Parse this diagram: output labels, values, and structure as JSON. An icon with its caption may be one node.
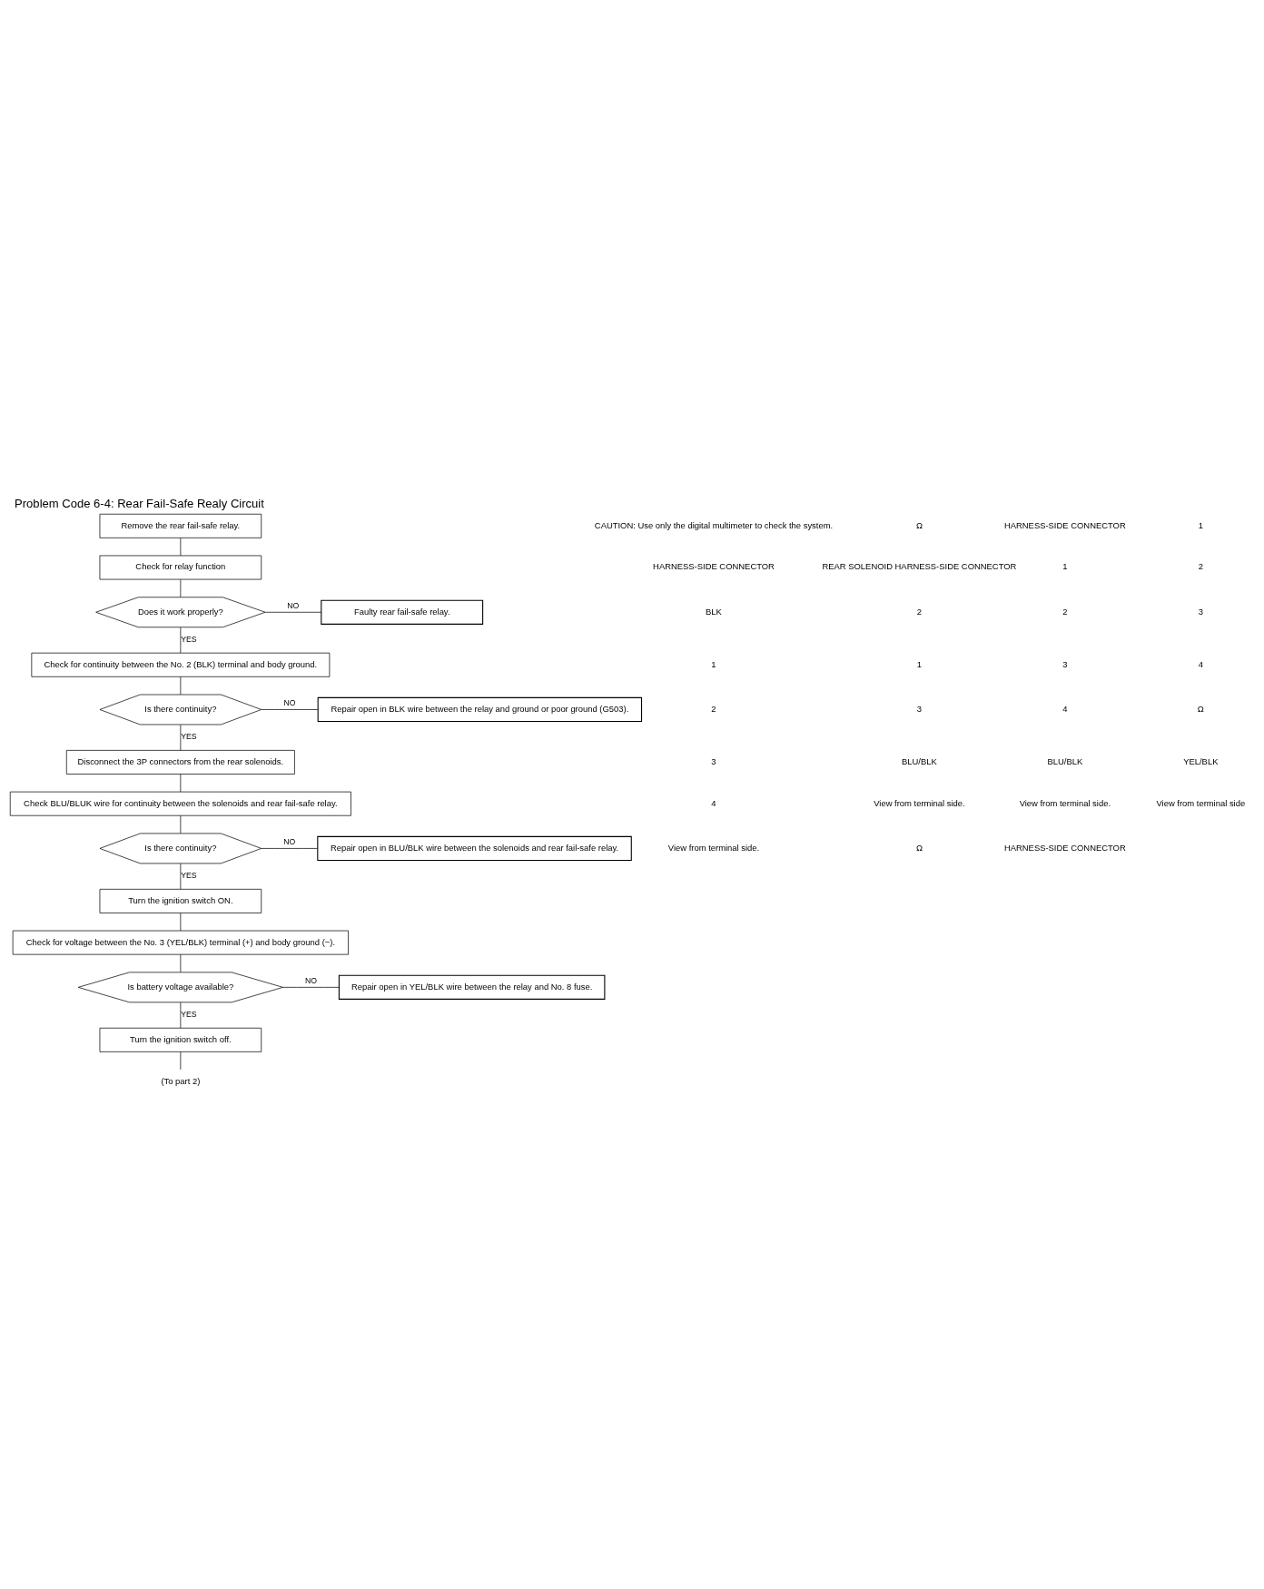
{
  "diagram": {
    "title": "Problem Code 6-4: Rear Fail-Safe Realy Circuit",
    "nodes": [
      {
        "text": [
          "Remove the rear fail-safe relay."
        ]
      },
      {
        "text": [
          "Check for relay function"
        ]
      },
      {
        "text": [
          "Does it work properly?"
        ]
      },
      {
        "text": [
          "Faulty rear fail-safe relay."
        ]
      },
      {
        "text": [
          "Check for continuity between the No. 2 (BLK) terminal and body ground."
        ]
      },
      {
        "text": [
          "Is there continuity?"
        ]
      },
      {
        "text": [
          "Repair open in BLK wire between the relay and ground or poor ground (G503)."
        ]
      },
      {
        "text": [
          "Disconnect the 3P connectors from the rear solenoids."
        ]
      },
      {
        "text": [
          "Check BLU/BLUK wire for continuity between the solenoids and rear fail-safe relay."
        ]
      },
      {
        "text": [
          "Is there continuity?"
        ]
      },
      {
        "text": [
          "Repair open in BLU/BLK wire between the solenoids and rear fail-safe relay."
        ]
      },
      {
        "text": [
          "Turn the ignition switch ON."
        ]
      },
      {
        "text": [
          "Check for voltage between the No. 3 (YEL/BLK) terminal (+) and body ground (−)."
        ]
      },
      {
        "text": [
          "Is battery voltage available?"
        ]
      },
      {
        "text": [
          "Repair open in YEL/BLK wire between the relay and No. 8 fuse."
        ]
      },
      {
        "text": [
          "Turn the ignition switch off."
        ]
      },
      {
        "text": [
          "(To part 2)"
        ]
      }
    ],
    "edges": [
      {
        "from": 0,
        "to": 1,
        "arrow": "none"
      },
      {
        "from": 1,
        "to": 2,
        "arrow": "none"
      },
      {
        "from": 2,
        "to": 3,
        "arrow": "none",
        "label": "NO"
      },
      {
        "from": 2,
        "to": 4,
        "arrow": "none",
        "label": "YES"
      },
      {
        "from": 4,
        "to": 5,
        "arrow": "none"
      },
      {
        "from": 5,
        "to": 6,
        "arrow": "none",
        "label": "NO"
      },
      {
        "from": 5,
        "to": 7,
        "arrow": "none",
        "label": "YES"
      },
      {
        "from": 7,
        "to": 8,
        "arrow": "none"
      },
      {
        "from": 8,
        "to": 9,
        "arrow": "none"
      },
      {
        "from": 9,
        "to": 10,
        "arrow": "none",
        "label": "NO"
      },
      {
        "from": 9,
        "to": 11,
        "arrow": "none",
        "label": "YES"
      },
      {
        "from": 11,
        "to": 12,
        "arrow": "none"
      },
      {
        "from": 12,
        "to": 13,
        "arrow": "none"
      },
      {
        "from": 13,
        "to": 14,
        "arrow": "none",
        "label": "NO"
      },
      {
        "from": 13,
        "to": 15,
        "arrow": "none",
        "label": "YES"
      },
      {
        "from": 15,
        "to": 16,
        "arrow": "none"
      }
    ],
    "labels": [
      "CAUTION: Use only the digital multimeter to check the system.",
      "HARNESS-SIDE CONNECTOR",
      "BLK",
      "1",
      "2",
      "3",
      "4",
      "View from terminal side.",
      "Ω",
      "REAR SOLENOID HARNESS-SIDE CONNECTOR",
      "2",
      "1",
      "3",
      "BLU/BLK",
      "View from terminal side.",
      "Ω",
      "HARNESS-SIDE CONNECTOR",
      "1",
      "2",
      "3",
      "4",
      "BLU/BLK",
      "View from terminal side.",
      "HARNESS-SIDE CONNECTOR",
      "1",
      "2",
      "3",
      "4",
      "Ω",
      "YEL/BLK",
      "View from terminal side"
    ]
  }
}
